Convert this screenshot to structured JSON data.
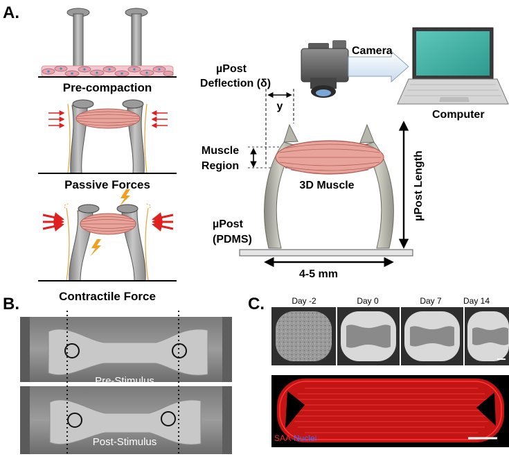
{
  "panels": {
    "a": "A.",
    "b": "B.",
    "c": "C."
  },
  "panel_a": {
    "steps": [
      "Pre-compaction",
      "Passive Forces",
      "Contractile Force"
    ],
    "camera_label": "Camera",
    "computer_label": "Computer",
    "deflection_label_line1": "µPost",
    "deflection_label_line2": "Deflection (δ)",
    "y_label": "y",
    "muscle_region_line1": "Muscle",
    "muscle_region_line2": "Region",
    "muscle_3d_label": "3D Muscle",
    "post_material_line1": "µPost",
    "post_material_line2": "(PDMS)",
    "length_label": "µPost Length",
    "span_label": "4-5 mm"
  },
  "panel_b": {
    "pre_label": "Pre-Stimulus",
    "post_label": "Post-Stimulus"
  },
  "panel_c": {
    "days": [
      "Day -2",
      "Day 0",
      "Day 7",
      "Day 14"
    ],
    "stain_saa": "SAA",
    "stain_nuclei": "Nuclei"
  },
  "colors": {
    "muscle_fill": "#e8a39a",
    "muscle_line": "#b0605a",
    "post_gray": "#a9a9a9",
    "post_dark": "#6e6e6e",
    "arrow_red": "#e02020",
    "bolt_orange": "#f0a020",
    "saa_red": "#ff2a2a",
    "nuclei_blue": "#3a6cff",
    "monitor_teal": "#3fb4a8"
  }
}
